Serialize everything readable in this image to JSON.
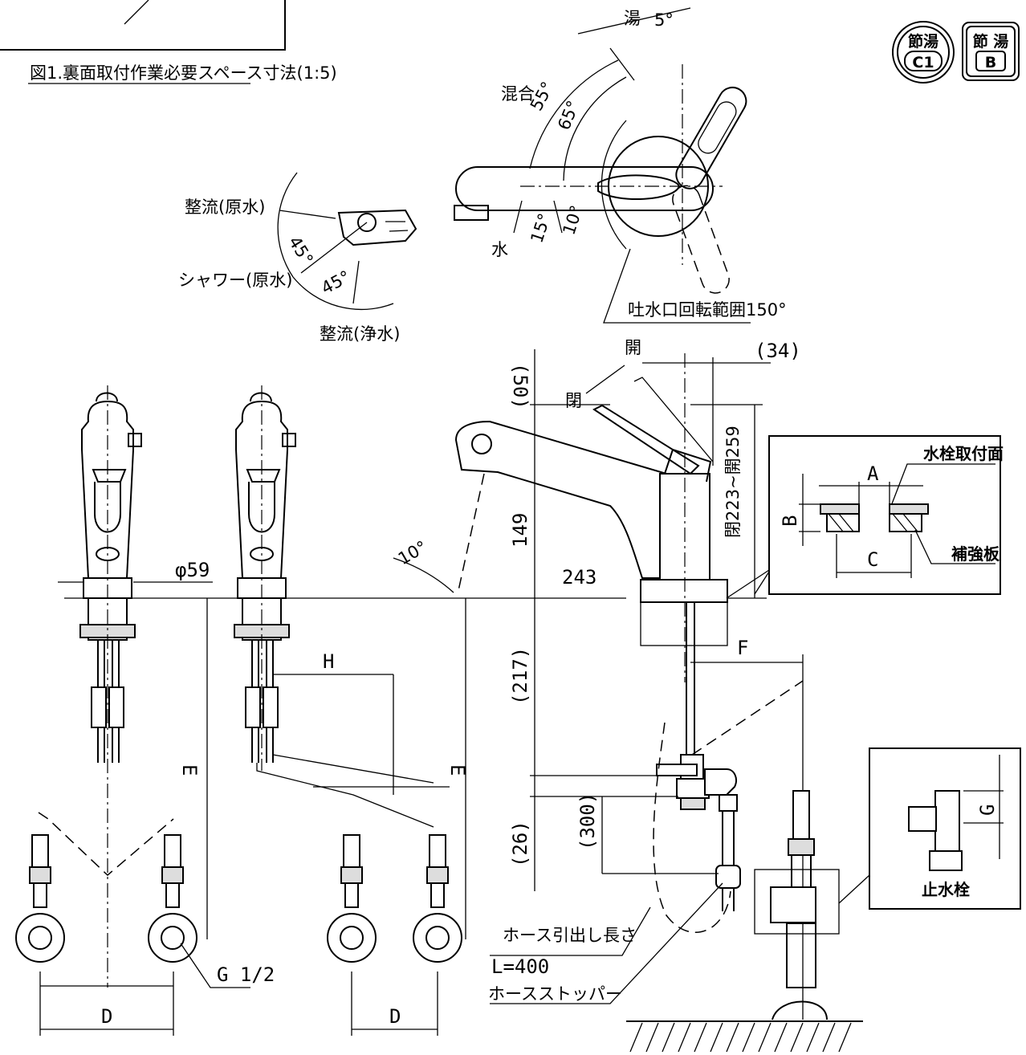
{
  "figure_caption": "図1.裏面取付作業必要スペース寸法(1:5)",
  "badges": {
    "c1_top": "節湯",
    "c1_bottom": "C1",
    "b_top": "節 湯",
    "b_bottom": "B"
  },
  "top_view": {
    "hot": "湯",
    "hot_angle": "5°",
    "mix": "混合",
    "mix_angle": "55°",
    "angle_65": "65°",
    "cold": "水",
    "angle_15": "15°",
    "angle_10": "10°",
    "spout_rotation": "吐水口回転範囲150°"
  },
  "spray_head": {
    "stream_raw": "整流(原水)",
    "shower_raw": "シャワー(原水)",
    "stream_pure": "整流(浄水)",
    "angle_a": "45°",
    "angle_b": "45°"
  },
  "side_view": {
    "open_1": "開",
    "close_1": "閉",
    "dim_34": "(34)",
    "dim_50": "(50)",
    "dim_149": "149",
    "dim_range": "閉223~開259",
    "angle_10": "10°",
    "dim_243": "243",
    "dim_217": "(217)",
    "dim_26": "(26)",
    "dim_300": "(300)",
    "hose_length_label": "ホース引出し長さ",
    "hose_length_value": "L=400",
    "hose_stopper": "ホースストッパー",
    "dim_f": "F"
  },
  "front_view": {
    "diameter": "φ59",
    "dim_e1": "E",
    "dim_e2": "E",
    "dim_h": "H",
    "dim_d1": "D",
    "dim_d2": "D",
    "thread": "G 1/2"
  },
  "mount_detail": {
    "title": "水栓取付面",
    "dim_a": "A",
    "dim_b": "B",
    "dim_c": "C",
    "plate": "補強板"
  },
  "valve_detail": {
    "dim_g": "G",
    "label": "止水栓"
  }
}
